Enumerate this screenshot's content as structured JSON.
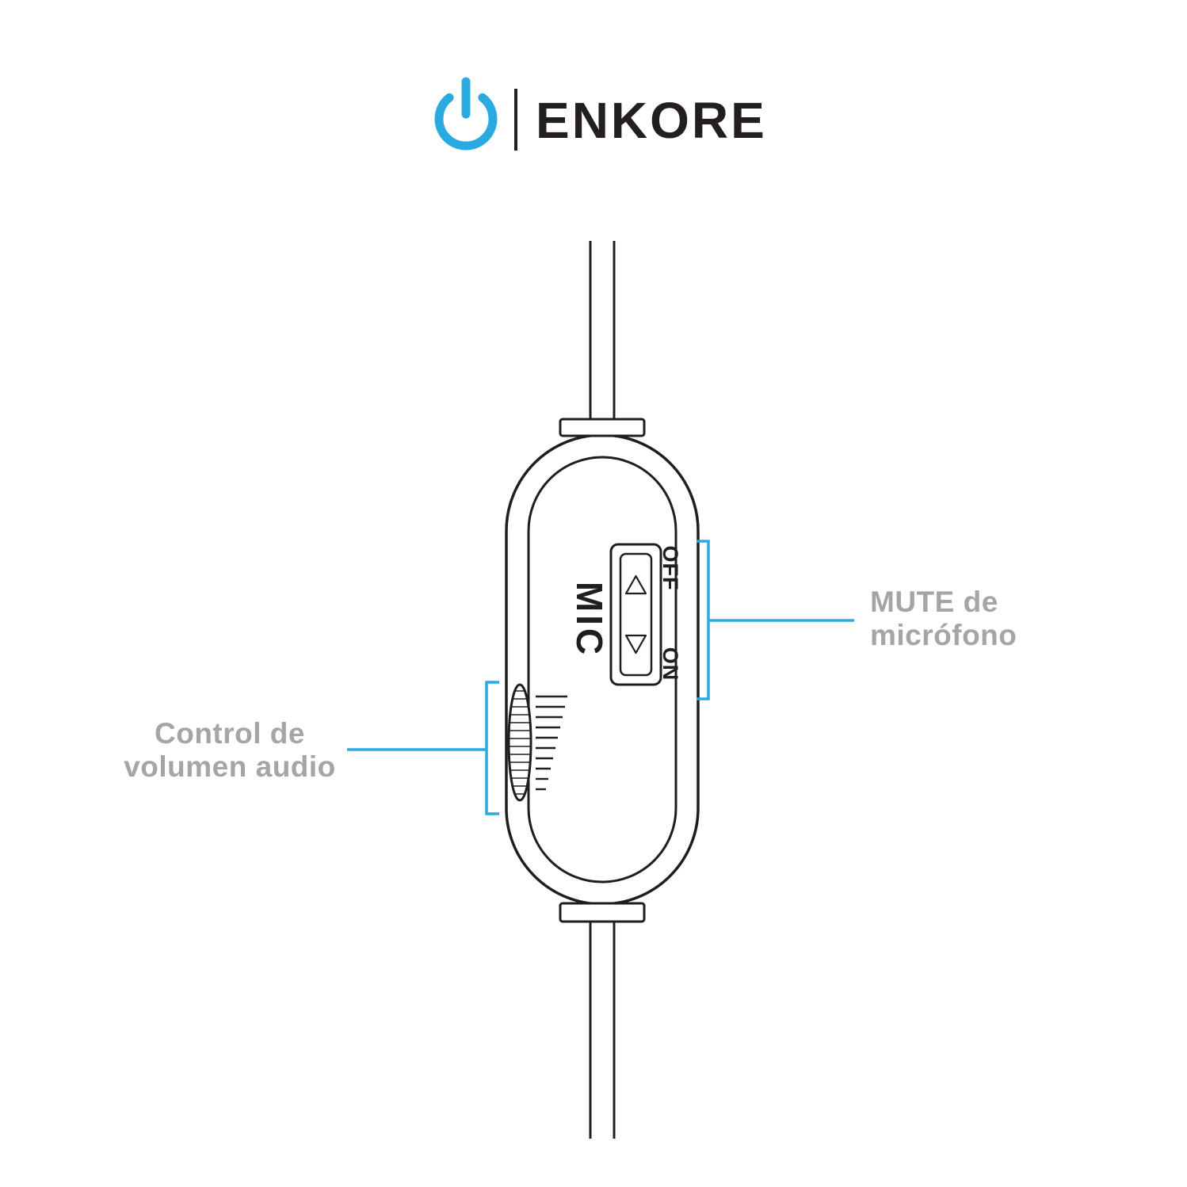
{
  "brand": {
    "name": "ENKORE",
    "accent_color": "#29abe2",
    "text_color": "#231f20"
  },
  "device": {
    "outline_color": "#1e1e1e",
    "mic_label": "MIC",
    "switch": {
      "off_label": "OFF",
      "on_label": "ON"
    }
  },
  "annotations": {
    "line_color": "#29abe2",
    "label_color": "#a3a5a8",
    "mute": {
      "line1": "MUTE de",
      "line2": "micrófono"
    },
    "volume": {
      "line1": "Control de",
      "line2": "volumen audio"
    }
  }
}
